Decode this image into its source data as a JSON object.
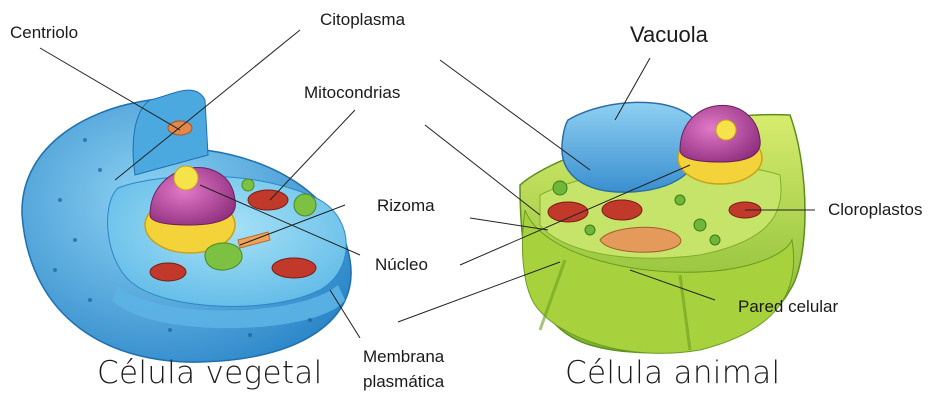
{
  "labels": {
    "centriolo": "Centriolo",
    "citoplasma": "Citoplasma",
    "vacuola": "Vacuola",
    "mitocondrias": "Mitocondrias",
    "rizoma": "Rizoma",
    "cloroplastos": "Cloroplastos",
    "nucleo": "Núcleo",
    "pared_celular": "Pared celular",
    "membrana_1": "Membrana",
    "membrana_2": "plasmática",
    "celula_vegetal": "Célula vegetal",
    "celula_animal": "Célula animal"
  },
  "colors": {
    "animal_cell_outer": "#3aa0dc",
    "animal_cell_inner": "#7fd0f0",
    "plant_wall": "#8cc63f",
    "nucleus": "#c04a9a",
    "mitochondria": "#c0392b",
    "vacuole": "#5aa9d8"
  }
}
